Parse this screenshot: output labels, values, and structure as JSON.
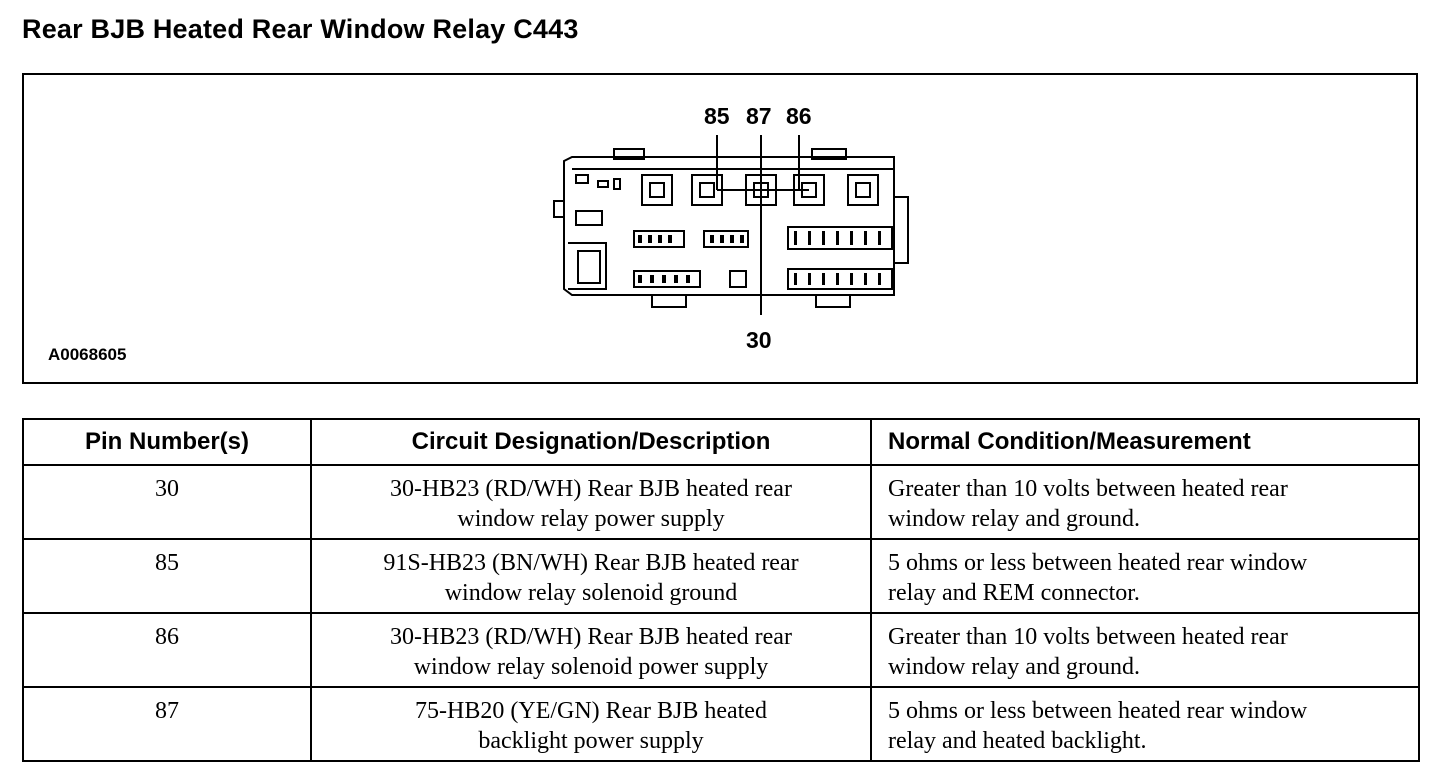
{
  "title": "Rear BJB Heated Rear Window Relay C443",
  "figure": {
    "id": "A0068605",
    "pin_labels": {
      "p85": "85",
      "p87": "87",
      "p86": "86",
      "p30": "30"
    }
  },
  "table": {
    "headers": [
      "Pin Number(s)",
      "Circuit Designation/Description",
      "Normal Condition/Measurement"
    ],
    "rows": [
      {
        "pin": "30",
        "desc": [
          "30-HB23 (RD/WH) Rear BJB heated rear",
          "window relay power supply"
        ],
        "meas": [
          "Greater than 10 volts between heated rear",
          "window relay and ground."
        ]
      },
      {
        "pin": "85",
        "desc": [
          "91S-HB23 (BN/WH) Rear BJB heated rear",
          "window relay solenoid ground"
        ],
        "meas": [
          "5 ohms or less between heated rear window",
          "relay and REM connector."
        ]
      },
      {
        "pin": "86",
        "desc": [
          "30-HB23 (RD/WH) Rear BJB heated rear",
          "window relay solenoid power supply"
        ],
        "meas": [
          "Greater than 10 volts between heated rear",
          "window relay and ground."
        ]
      },
      {
        "pin": "87",
        "desc": [
          "75-HB20 (YE/GN) Rear BJB heated",
          "backlight power supply"
        ],
        "meas": [
          "5 ohms or less between heated rear window",
          "relay and heated backlight."
        ]
      }
    ]
  }
}
